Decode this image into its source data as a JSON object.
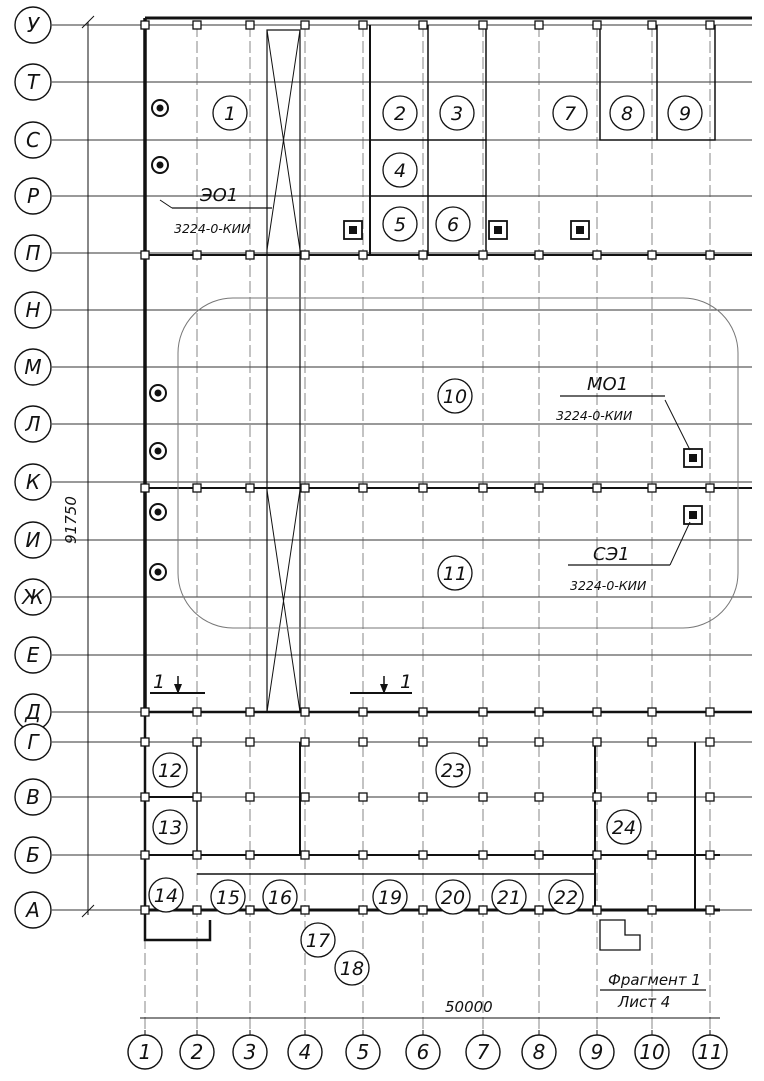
{
  "row_axes": [
    "У",
    "Т",
    "С",
    "Р",
    "П",
    "Н",
    "М",
    "Л",
    "К",
    "И",
    "Ж",
    "Е",
    "Д",
    "Г",
    "В",
    "Б",
    "А"
  ],
  "col_axes": [
    "1",
    "2",
    "3",
    "4",
    "5",
    "6",
    "7",
    "8",
    "9",
    "10",
    "11"
  ],
  "rooms": [
    "1",
    "2",
    "3",
    "4",
    "5",
    "6",
    "7",
    "8",
    "9",
    "10",
    "11",
    "12",
    "13",
    "14",
    "15",
    "16",
    "17",
    "18",
    "19",
    "20",
    "21",
    "22",
    "23",
    "24"
  ],
  "equipment": [
    {
      "name": "ЭО1",
      "code": "3224-0-КИИ"
    },
    {
      "name": "МО1",
      "code": "3224-0-КИИ"
    },
    {
      "name": "СЭ1",
      "code": "3224-0-КИИ"
    }
  ],
  "dimensions": {
    "height": "91750",
    "width": "50000"
  },
  "section_marks": [
    "1",
    "1"
  ],
  "fragment": {
    "line1": "Фрагмент 1",
    "line2": "Лист 4"
  },
  "colors": {
    "ink": "#111111",
    "paper": "#ffffff"
  }
}
